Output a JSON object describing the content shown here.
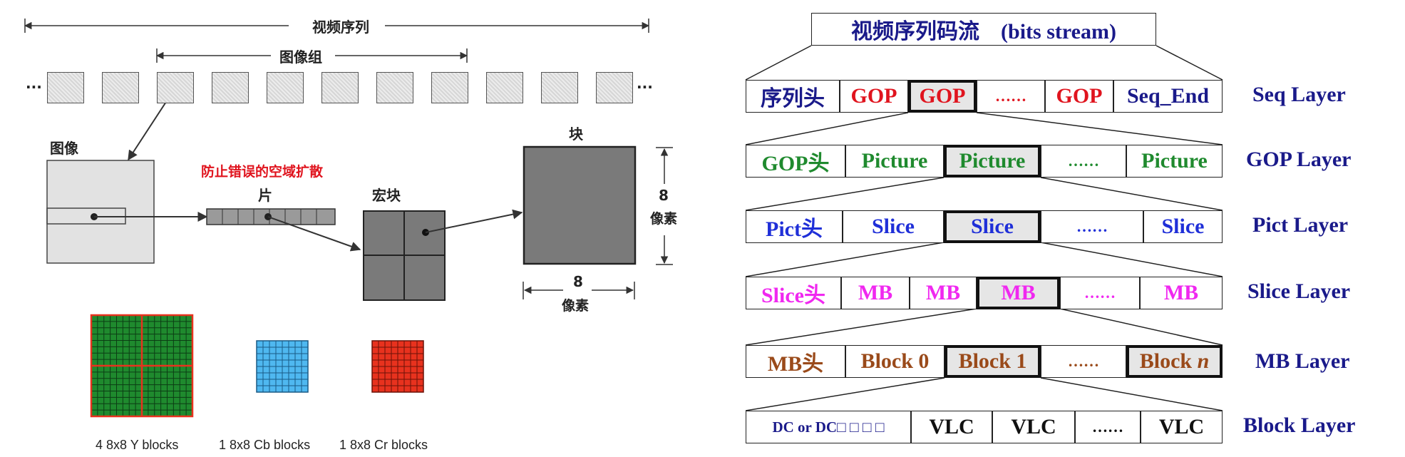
{
  "left_diagram": {
    "seq_label": "视频序列",
    "gop_label": "图像组",
    "ellipsis": "···",
    "picture_label": "图像",
    "error_note": "防止错误的空域扩散",
    "slice_label": "片",
    "macroblock_label": "宏块",
    "block_label": "块",
    "dim_value": "8",
    "pixel_label": "像素",
    "blocks": [
      {
        "caption": "4 8x8 Y blocks",
        "color": "#1f8a2e"
      },
      {
        "caption": "1 8x8 Cb blocks",
        "color": "#4fb8f0"
      },
      {
        "caption": "1 8x8 Cr blocks",
        "color": "#e8321e"
      }
    ]
  },
  "right_diagram": {
    "title": "视频序列码流　(bits stream)",
    "colors": {
      "title": "#1a1a8a",
      "gop": "#e0141e",
      "picture": "#1f8a2e",
      "pict": "#1f2fd8",
      "slice": "#f028f0",
      "mb": "#9a4a1a",
      "block": "#1a1a8a"
    },
    "layers": [
      {
        "label": "Seq Layer",
        "cells": [
          "序列头",
          "GOP",
          "GOP",
          "……",
          "GOP",
          "Seq_End"
        ]
      },
      {
        "label": "GOP Layer",
        "cells": [
          "GOP头",
          "Picture",
          "Picture",
          "……",
          "Picture"
        ]
      },
      {
        "label": "Pict Layer",
        "cells": [
          "Pict头",
          "Slice",
          "Slice",
          "……",
          "Slice"
        ]
      },
      {
        "label": "Slice Layer",
        "cells": [
          "Slice头",
          "MB",
          "MB",
          "MB",
          "……",
          "MB"
        ]
      },
      {
        "label": "MB Layer",
        "cells": [
          "MB头",
          "Block 0",
          "Block 1",
          "……",
          "Block "
        ],
        "last_cell_italic_suffix": "n"
      },
      {
        "label": "Block Layer",
        "cells": [
          "DC or DC□ □ □ □",
          "VLC",
          "VLC",
          "……",
          "VLC"
        ]
      }
    ]
  }
}
